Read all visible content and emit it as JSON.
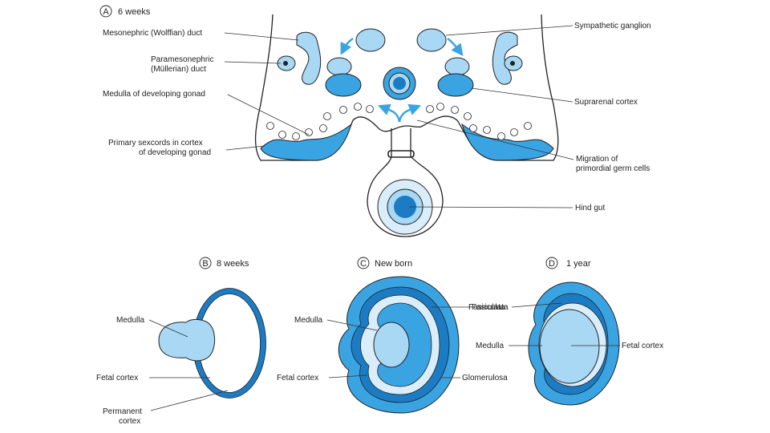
{
  "panel_a": {
    "letter": "A",
    "title": "6 weeks",
    "labels": {
      "mesonephric": "Mesonephric (Wolffian) duct",
      "paramesonephric_1": "Paramesonephric",
      "paramesonephric_2": "(Müllerian) duct",
      "medulla_gonad": "Medulla of developing gonad",
      "sexcords_1": "Primary sexcords in cortex",
      "sexcords_2": "of developing gonad",
      "sympathetic": "Sympathetic ganglion",
      "suprarenal": "Suprarenal cortex",
      "migration_1": "Migration of",
      "migration_2": "primordial germ cells",
      "hindgut": "Hind gut"
    }
  },
  "panel_b": {
    "letter": "B",
    "title": "8 weeks",
    "labels": {
      "medulla": "Medulla",
      "fetal_cortex": "Fetal cortex",
      "permanent_1": "Permanent",
      "permanent_2": "cortex"
    }
  },
  "panel_c": {
    "letter": "C",
    "title": "New born",
    "labels": {
      "medulla": "Medulla",
      "fetal_cortex": "Fetal cortex",
      "fasiculata": "Fasiculata",
      "glomerulosa": "Glomerulosa"
    }
  },
  "panel_d": {
    "letter": "D",
    "title": "1 year",
    "labels": {
      "fasiculata": "Fasiculata",
      "medulla": "Medulla",
      "fetal_cortex": "Fetal cortex"
    }
  },
  "colors": {
    "dark_blue": "#1b7cc4",
    "mid_blue": "#3aa4e2",
    "light_blue": "#a9d8f4",
    "pale_blue": "#d9eefa",
    "outline": "#222222"
  }
}
